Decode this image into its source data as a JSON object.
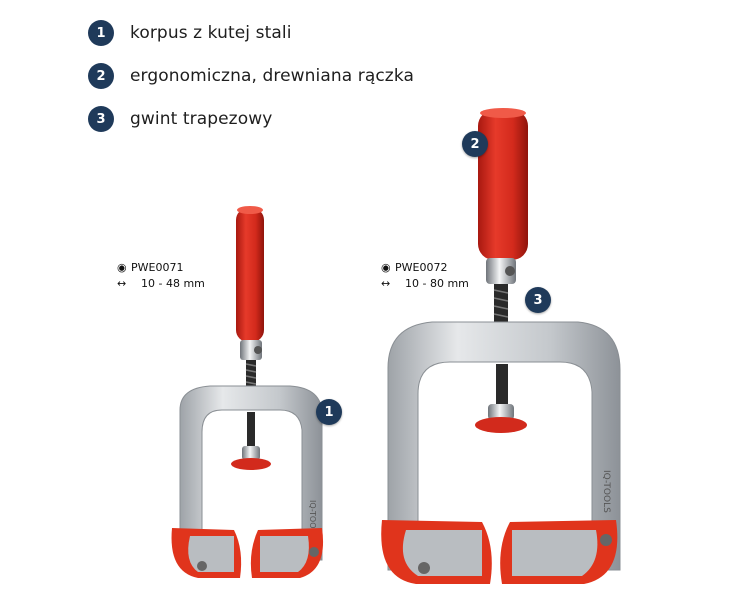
{
  "features": [
    {
      "number": "1",
      "text": "korpus z kutej stali"
    },
    {
      "number": "2",
      "text": "ergonomiczna, drewniana rączka"
    },
    {
      "number": "3",
      "text": "gwint trapezowy"
    }
  ],
  "products": [
    {
      "code": "PWE0071",
      "range": "10 - 48 mm",
      "brand_mark": "IQ-TOOLS"
    },
    {
      "code": "PWE0072",
      "range": "10 - 80 mm",
      "brand_mark": "IQ-TOOLS"
    }
  ],
  "callouts": {
    "body": "1",
    "handle": "2",
    "thread": "3"
  },
  "icons": {
    "code": "target-circle-icon",
    "range": "double-arrow-icon"
  },
  "colors": {
    "badge": "#1f3a5a",
    "handle_red": "#d92d20",
    "body_silver": "#c9cdd1",
    "jaw_red": "#e0341c"
  }
}
